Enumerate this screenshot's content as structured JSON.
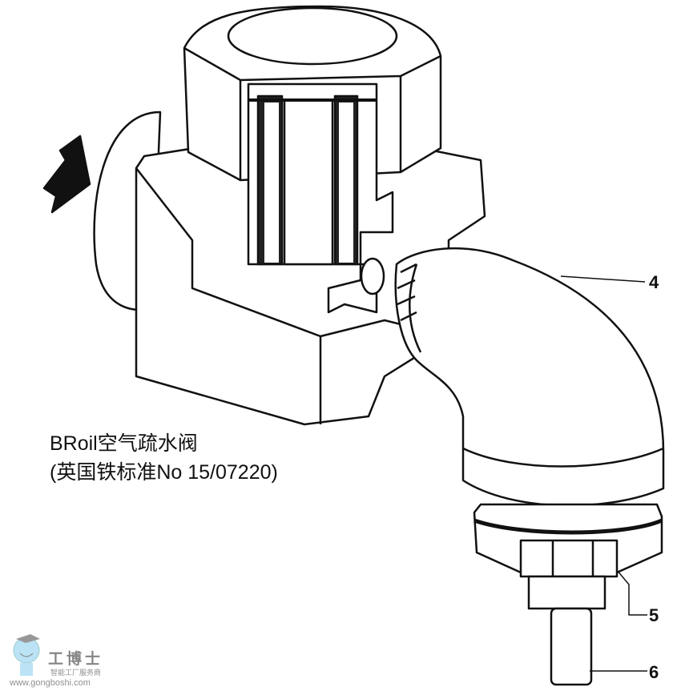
{
  "caption": {
    "line1": "BRoil空气疏水阀",
    "line2": "(英国铁标准No 15/07220)"
  },
  "callouts": [
    {
      "label": "4"
    },
    {
      "label": "5"
    },
    {
      "label": "6"
    }
  ],
  "watermark": {
    "brand": "工博士",
    "slogan": "智能工厂服务商",
    "url": "www.gongboshi.com"
  }
}
